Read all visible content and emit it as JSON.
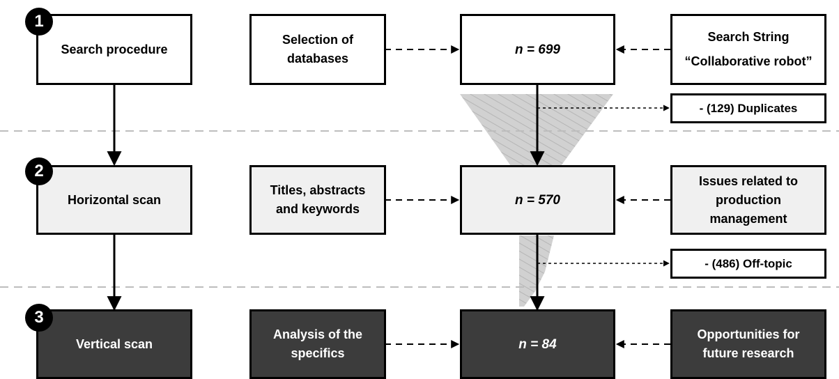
{
  "stages": [
    {
      "number": "1",
      "label": "Search procedure"
    },
    {
      "number": "2",
      "label": "Horizontal scan"
    },
    {
      "number": "3",
      "label": "Vertical scan"
    }
  ],
  "inputs": [
    {
      "label": "Selection of databases"
    },
    {
      "label": "Titles, abstracts and keywords"
    },
    {
      "label": "Analysis of the specifics"
    }
  ],
  "counts": [
    {
      "label": "n = 699"
    },
    {
      "label": "n = 570"
    },
    {
      "label": "n = 84"
    }
  ],
  "criteria": [
    {
      "line1": "Search String",
      "line2": "“Collaborative robot”"
    },
    {
      "label": "Issues related to production management"
    },
    {
      "label": "Opportunities for future research"
    }
  ],
  "exclusions": [
    {
      "label": "- (129) Duplicates"
    },
    {
      "label": "- (486) Off-topic"
    }
  ],
  "colors": {
    "stage1_fill": "#ffffff",
    "stage2_fill": "#f0f0f0",
    "stage3_fill": "#3c3c3c",
    "funnel": "#c8c8c8"
  }
}
